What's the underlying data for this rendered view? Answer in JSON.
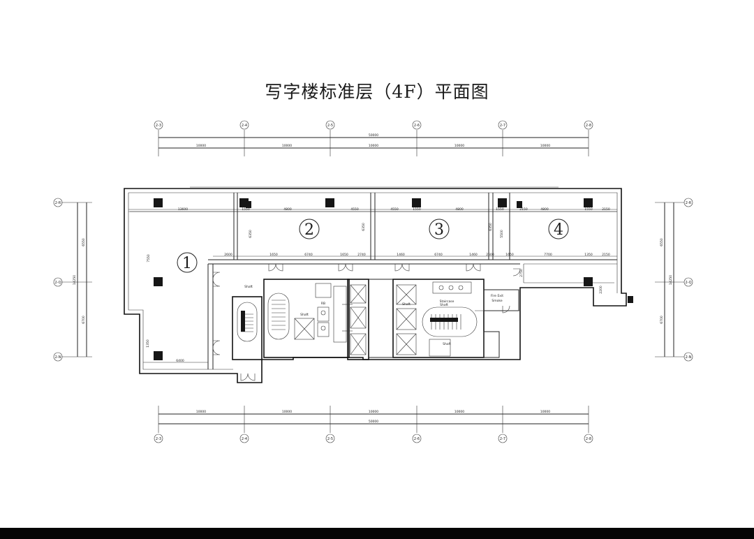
{
  "title": "写字楼标准层（4F）平面图",
  "top_axes": [
    "2-3",
    "2-4",
    "2-5",
    "2-6",
    "2-7",
    "2-8"
  ],
  "bottom_axes": [
    "2-3",
    "2-4",
    "2-5",
    "2-6",
    "2-7",
    "2-8"
  ],
  "left_axes": [
    "2-R",
    "2-Q",
    "2-N"
  ],
  "right_axes": [
    "2-R",
    "2-Q",
    "2-N"
  ],
  "top_spans": [
    "10000",
    "10000",
    "10000",
    "10000",
    "10000"
  ],
  "top_total": "50000",
  "bottom_spans": [
    "10000",
    "10000",
    "10000",
    "10000",
    "10000"
  ],
  "bottom_total": "50000",
  "left_spans": [
    "6550",
    "6700"
  ],
  "left_total": "14250",
  "right_spans": [
    "6550",
    "6700"
  ],
  "right_total": "14250",
  "rooms": [
    "1",
    "2",
    "3",
    "4"
  ],
  "inner_dims": {
    "top_row": [
      "13600",
      "1550",
      "4800",
      "4550",
      "4550",
      "1550",
      "4800",
      "1550",
      "2150",
      "4800",
      "1550",
      "2150"
    ],
    "verticals": [
      "7550",
      "6350",
      "7550",
      "6350",
      "6350",
      "5500",
      "1350",
      "2200",
      "2750"
    ],
    "corridor": [
      "2600",
      "1650",
      "6740",
      "1650",
      "2740",
      "1460",
      "6740",
      "1460",
      "2600",
      "1650",
      "7700",
      "1350",
      "2150"
    ],
    "bottom_left": "6400"
  },
  "core_labels": [
    "Shaft",
    "RB",
    "Shaft",
    "Shaft",
    "Shaft",
    "Shaft",
    "Fire Exit",
    "Smoke",
    "Staircase"
  ]
}
